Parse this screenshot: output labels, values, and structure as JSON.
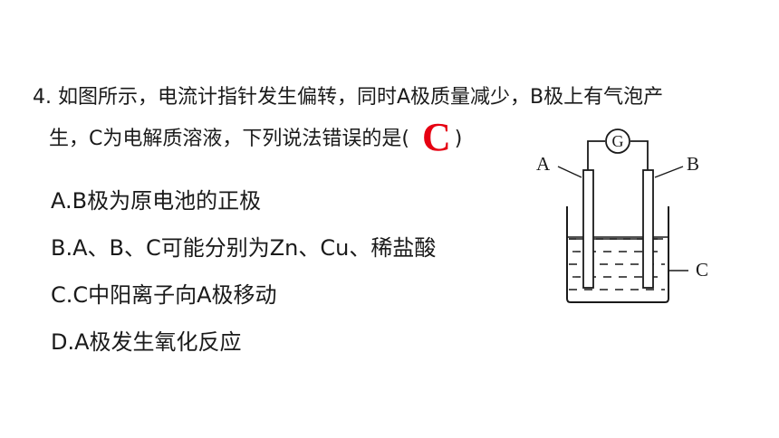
{
  "question": {
    "line1": "4. 如图所示，电流计指针发生偏转，同时A极质量减少，B极上有气泡产",
    "line2_before": "生，C为电解质溶液，下列说法错误的是(",
    "answer": "C",
    "line2_after": ")"
  },
  "options": [
    "A.B极为原电池的正极",
    "B.A、B、C可能分别为Zn、Cu、稀盐酸",
    "C.C中阳离子向A极移动",
    "D.A极发生氧化反应"
  ],
  "diagram": {
    "label_a": "A",
    "label_b": "B",
    "label_c": "C",
    "galvanometer": "G"
  },
  "colors": {
    "answer": "#e60012",
    "text": "#1a1a1a",
    "background": "#ffffff"
  }
}
